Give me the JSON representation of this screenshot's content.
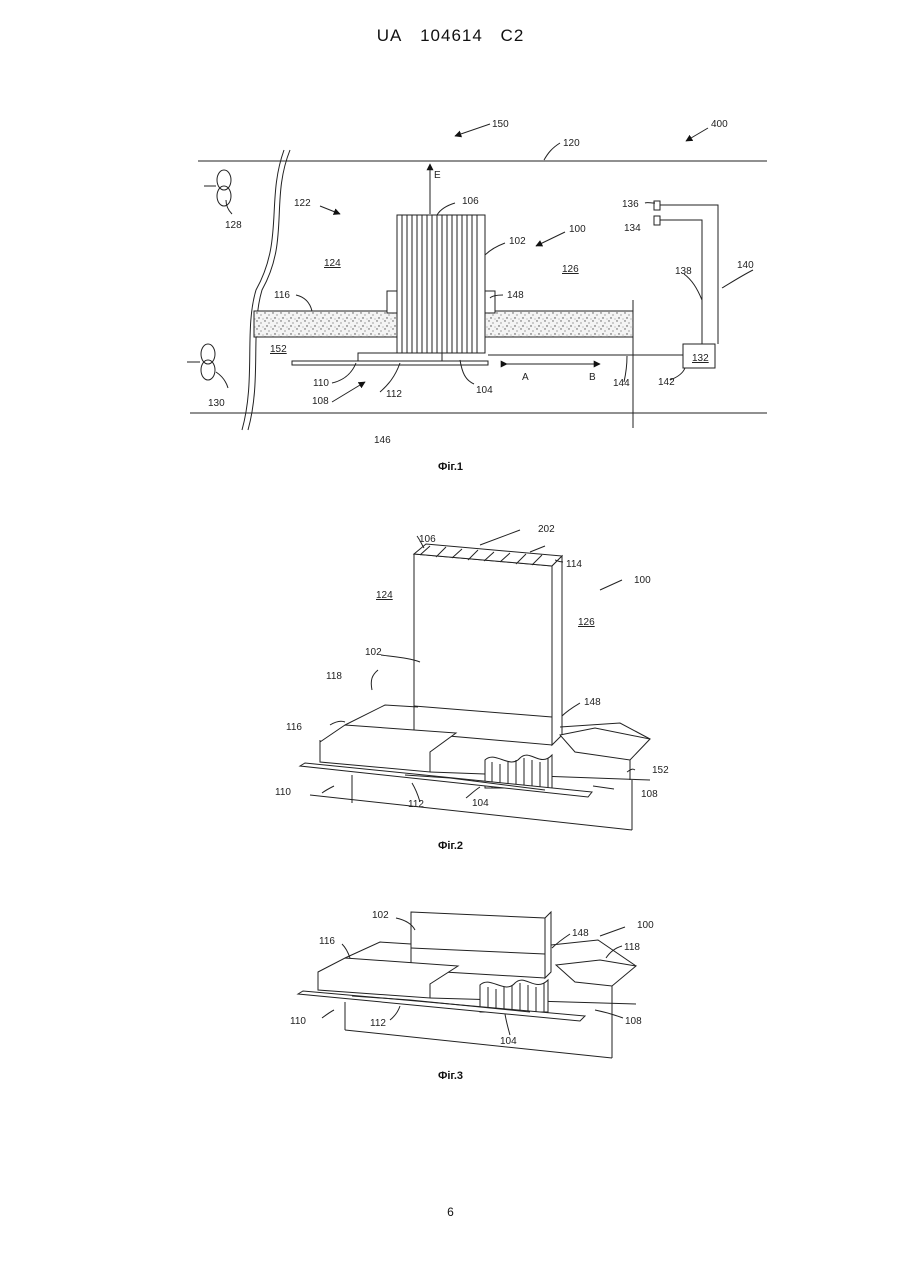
{
  "header": {
    "country": "UA",
    "number": "104614",
    "kind": "C2"
  },
  "fig1": {
    "caption": "Фіг.1",
    "labels": {
      "l150": "150",
      "l400": "400",
      "l120": "120",
      "lE": "E",
      "l106": "106",
      "l128": "128",
      "l122": "122",
      "l100": "100",
      "l102": "102",
      "l136": "136",
      "l134": "134",
      "l124": "124",
      "l126": "126",
      "l138": "138",
      "l140": "140",
      "l116": "116",
      "l148": "148",
      "l152": "152",
      "l132": "132",
      "l110": "110",
      "lA": "A",
      "lB": "B",
      "l142": "142",
      "l144": "144",
      "l108": "108",
      "l112": "112",
      "l104": "104",
      "l130": "130",
      "l146": "146"
    }
  },
  "fig2": {
    "caption": "Фіг.2",
    "labels": {
      "l106": "106",
      "l202": "202",
      "l114": "114",
      "l100": "100",
      "l124": "124",
      "l126": "126",
      "l102": "102",
      "l118": "118",
      "l148": "148",
      "l116": "116",
      "l152": "152",
      "l110": "110",
      "l108": "108",
      "l112": "112",
      "l104": "104"
    }
  },
  "fig3": {
    "caption": "Фіг.3",
    "labels": {
      "l102": "102",
      "l100": "100",
      "l148": "148",
      "l118": "118",
      "l116": "116",
      "l110": "110",
      "l112": "112",
      "l108": "108",
      "l104": "104"
    }
  },
  "page_number": "6"
}
